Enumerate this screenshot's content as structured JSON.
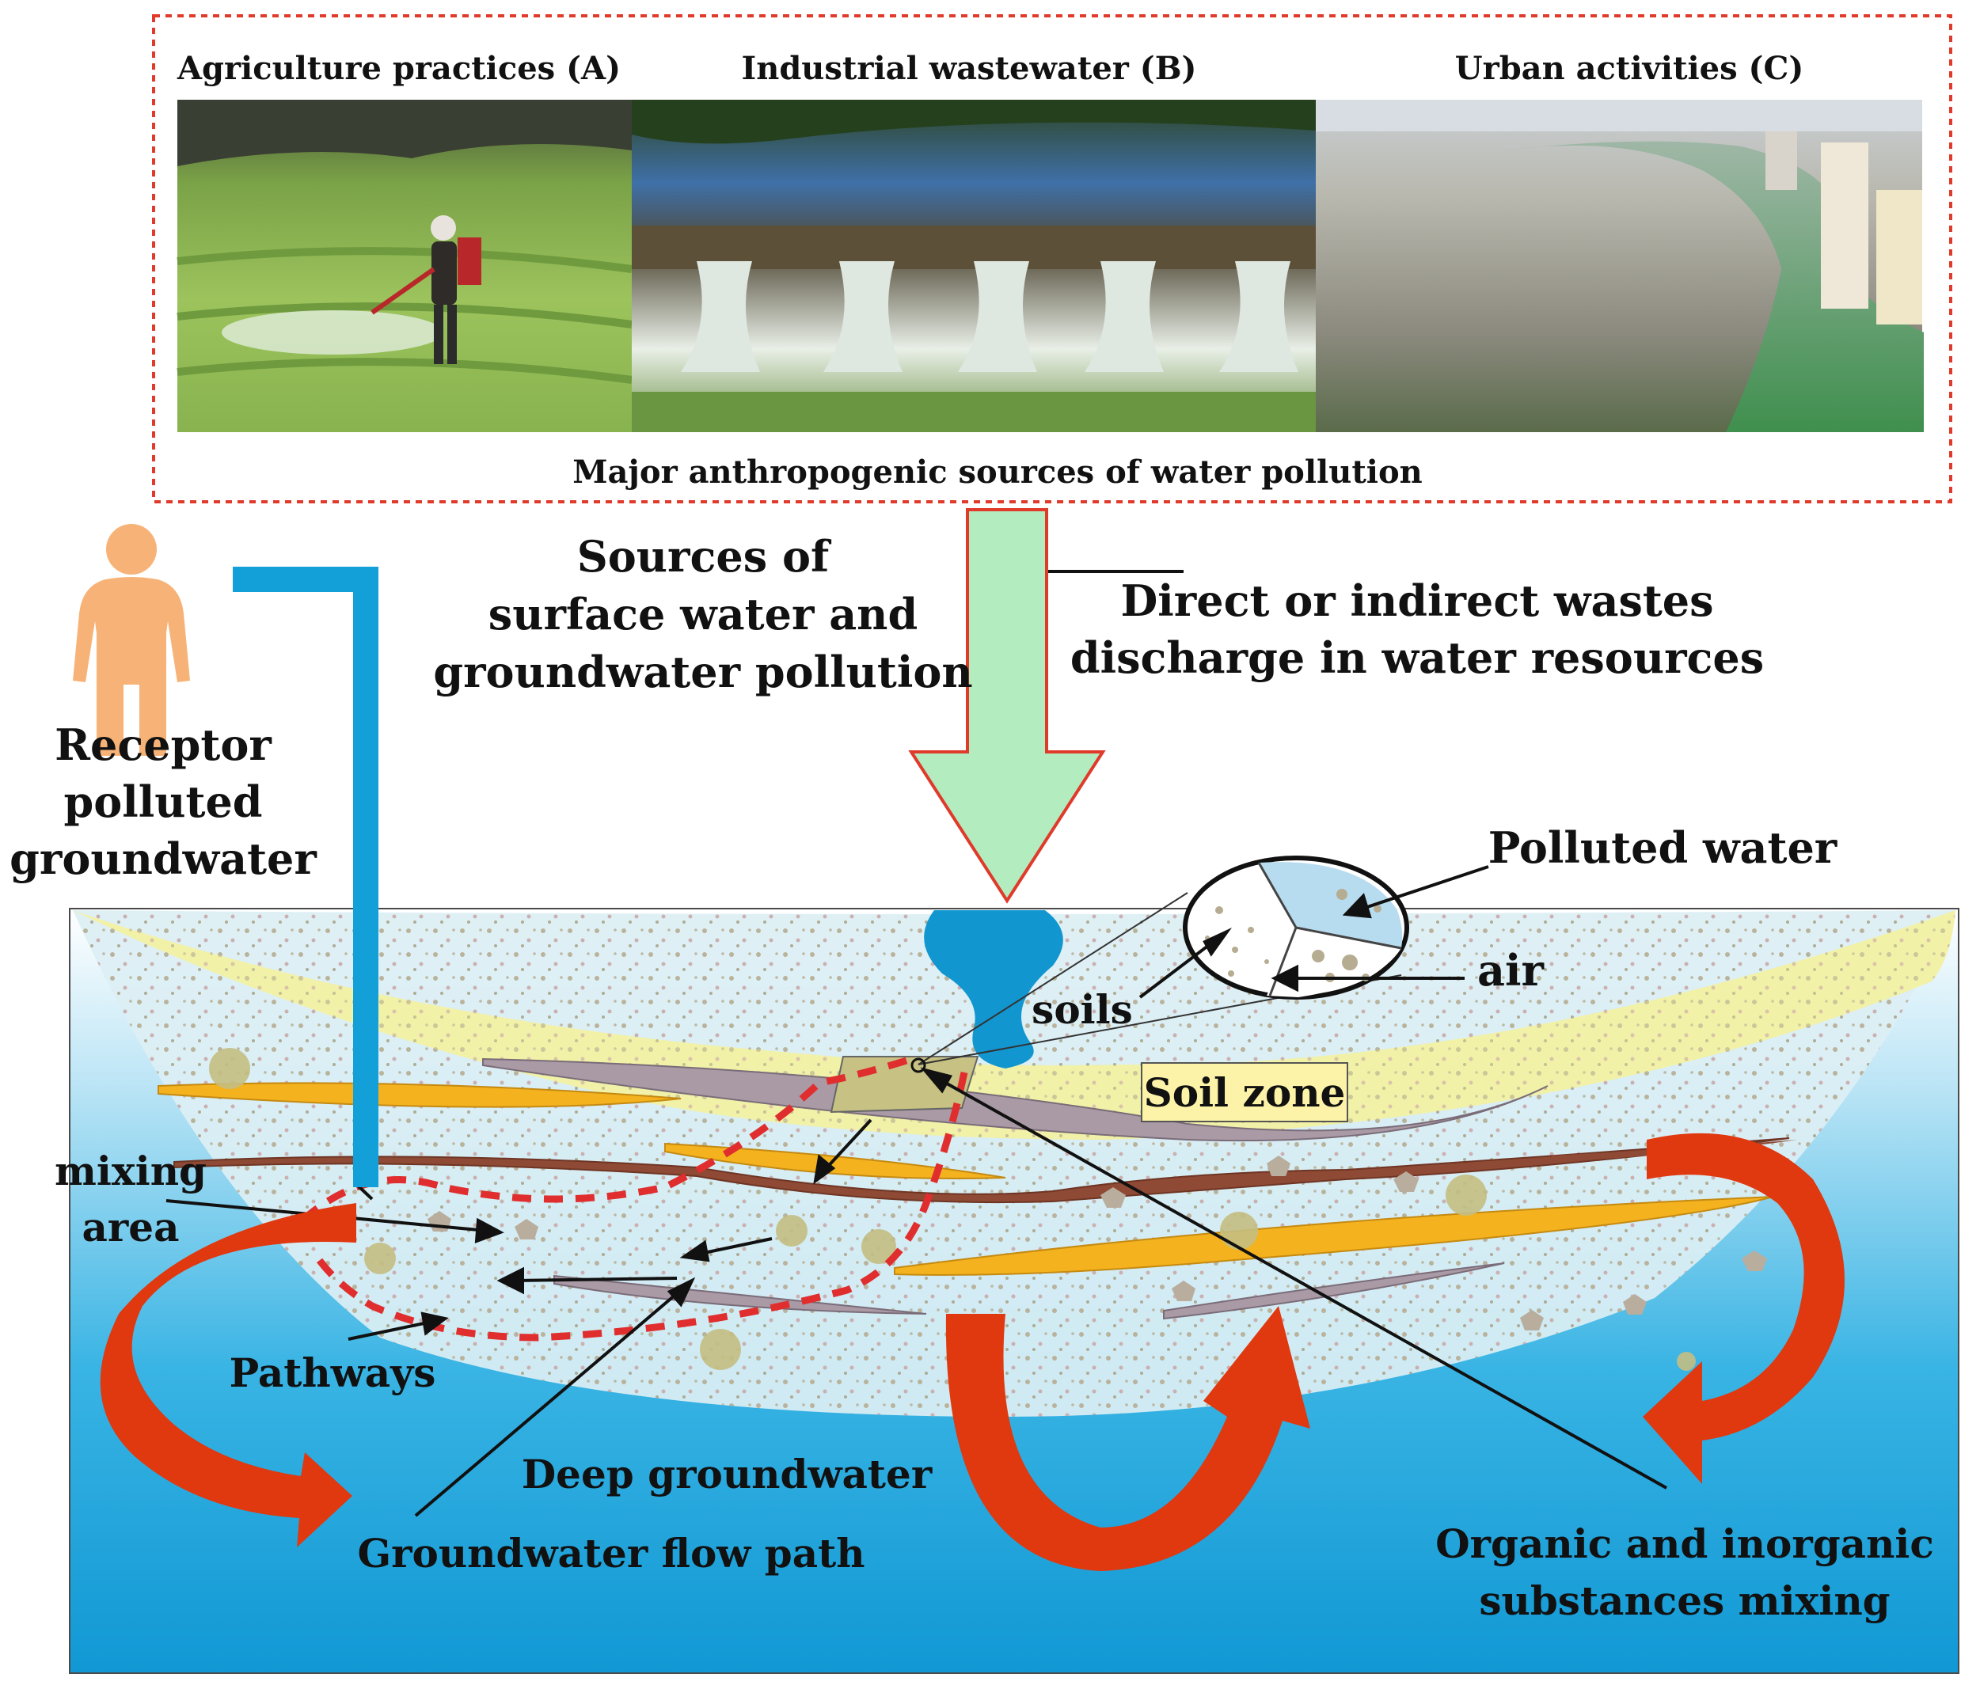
{
  "sources_panel": {
    "photos": [
      {
        "title": "Agriculture practices (A)"
      },
      {
        "title": "Industrial wastewater (B)"
      },
      {
        "title": "Urban activities (C)"
      }
    ],
    "caption": "Major anthropogenic sources of water pollution"
  },
  "labels": {
    "sources_title": [
      "Sources of",
      "surface water and",
      "groundwater pollution"
    ],
    "discharge": [
      "Direct or indirect wastes",
      "discharge in water resources"
    ],
    "receptor": [
      "Receptor",
      "polluted",
      "groundwater"
    ],
    "polluted_water": "Polluted water",
    "air": "air",
    "soils": "soils",
    "soil_zone": "Soil zone",
    "mixing_area": [
      "mixing",
      "area"
    ],
    "pathways": "Pathways",
    "deep_groundwater": "Deep groundwater",
    "flow_path": "Groundwater flow path",
    "organic_mixing": [
      "Organic and inorganic",
      "substances mixing"
    ]
  },
  "icons": {
    "receptor": "person-silhouette-icon",
    "source_arrow": "down-arrow-icon",
    "flow_arrows": "curved-arrow-icon"
  },
  "colors": {
    "frame": "#e03a2a",
    "source_arrow_fill": "#b3edbf",
    "source_arrow_stroke": "#e03a2a",
    "pipe": "#139fd8",
    "flow_arrow": "#e0380f",
    "soil_yellow": "#f2f0a3",
    "groundwater_blue": "#1aa6de",
    "person": "#f7b377",
    "pathway_dash": "#e02e2e"
  }
}
